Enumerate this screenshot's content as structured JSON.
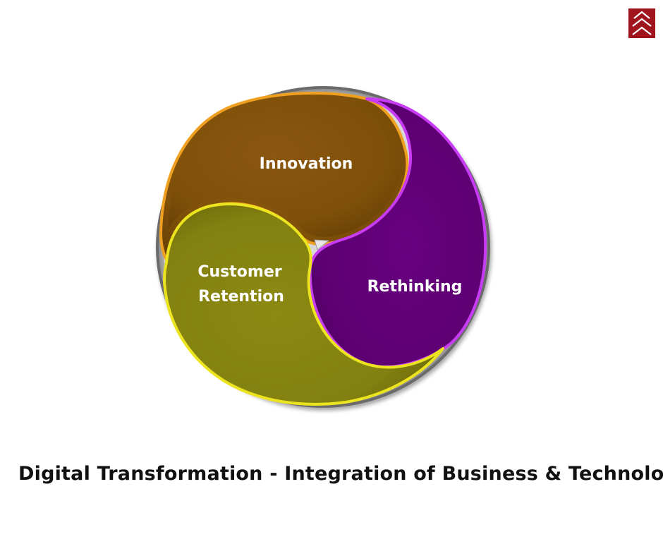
{
  "diagram": {
    "segments": [
      {
        "label": "Innovation",
        "color": "#83520a",
        "highlight": "#f5a21a"
      },
      {
        "label": "Rethinking",
        "color": "#620078",
        "highlight": "#d23cff"
      },
      {
        "label_line1": "Customer",
        "label_line2": "Retention",
        "color": "#85820e",
        "highlight": "#f2ec1e"
      }
    ],
    "ring_color": "#9a9a9a"
  },
  "caption": "Digital Transformation - Integration of Business & Technology",
  "logo": {
    "icon": "stacked-chevrons-logo",
    "color": "#a0141e"
  }
}
